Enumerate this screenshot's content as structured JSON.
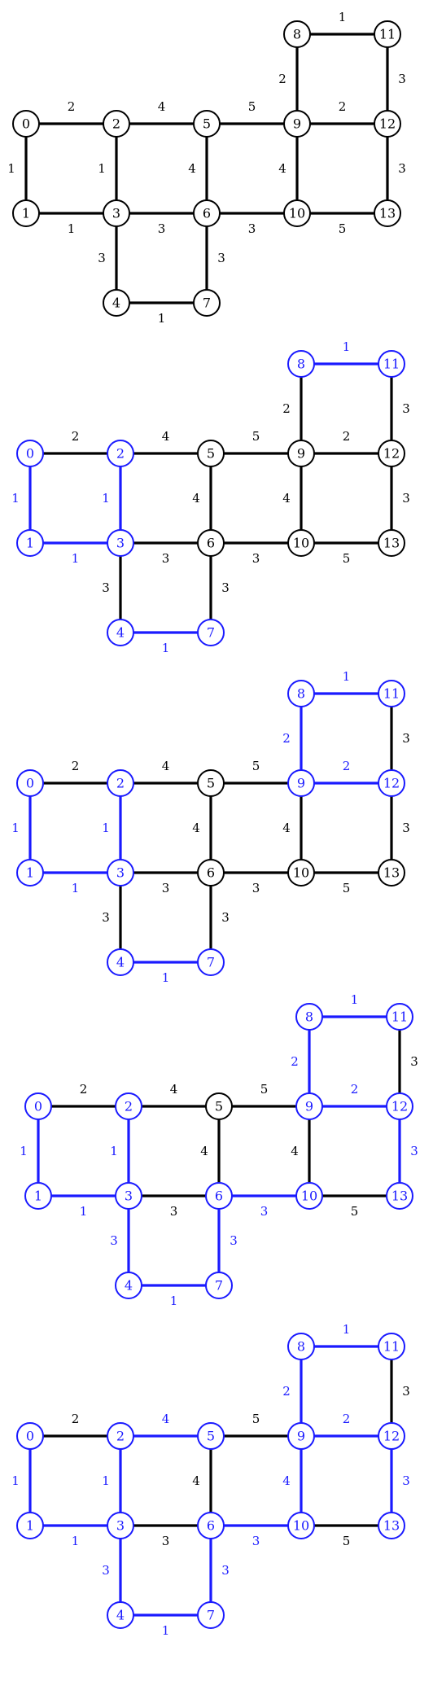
{
  "colors": {
    "default": "#000000",
    "highlight": "#1a1aff"
  },
  "nodes": [
    {
      "id": 0,
      "label": "0"
    },
    {
      "id": 1,
      "label": "1"
    },
    {
      "id": 2,
      "label": "2"
    },
    {
      "id": 3,
      "label": "3"
    },
    {
      "id": 4,
      "label": "4"
    },
    {
      "id": 5,
      "label": "5"
    },
    {
      "id": 6,
      "label": "6"
    },
    {
      "id": 7,
      "label": "7"
    },
    {
      "id": 8,
      "label": "8"
    },
    {
      "id": 9,
      "label": "9"
    },
    {
      "id": 10,
      "label": "10"
    },
    {
      "id": 11,
      "label": "11"
    },
    {
      "id": 12,
      "label": "12"
    },
    {
      "id": 13,
      "label": "13"
    }
  ],
  "edges": [
    {
      "from": 0,
      "to": 2,
      "weight": "2"
    },
    {
      "from": 0,
      "to": 1,
      "weight": "1"
    },
    {
      "from": 2,
      "to": 5,
      "weight": "4"
    },
    {
      "from": 2,
      "to": 3,
      "weight": "1"
    },
    {
      "from": 1,
      "to": 3,
      "weight": "1"
    },
    {
      "from": 5,
      "to": 9,
      "weight": "5"
    },
    {
      "from": 5,
      "to": 6,
      "weight": "4"
    },
    {
      "from": 3,
      "to": 6,
      "weight": "3"
    },
    {
      "from": 3,
      "to": 4,
      "weight": "3"
    },
    {
      "from": 4,
      "to": 7,
      "weight": "1"
    },
    {
      "from": 6,
      "to": 7,
      "weight": "3"
    },
    {
      "from": 6,
      "to": 10,
      "weight": "3"
    },
    {
      "from": 8,
      "to": 11,
      "weight": "1"
    },
    {
      "from": 8,
      "to": 9,
      "weight": "2"
    },
    {
      "from": 9,
      "to": 12,
      "weight": "2"
    },
    {
      "from": 9,
      "to": 10,
      "weight": "4"
    },
    {
      "from": 11,
      "to": 12,
      "weight": "3"
    },
    {
      "from": 12,
      "to": 13,
      "weight": "3"
    },
    {
      "from": 10,
      "to": 13,
      "weight": "5"
    }
  ],
  "panels": [
    {
      "highlighted_nodes": [],
      "highlighted_edges": []
    },
    {
      "highlighted_nodes": [
        0,
        1,
        2,
        3,
        4,
        7,
        8,
        11
      ],
      "highlighted_edges": [
        [
          0,
          1
        ],
        [
          2,
          3
        ],
        [
          1,
          3
        ],
        [
          4,
          7
        ],
        [
          8,
          11
        ]
      ]
    },
    {
      "highlighted_nodes": [
        0,
        1,
        2,
        3,
        4,
        7,
        8,
        9,
        11,
        12
      ],
      "highlighted_edges": [
        [
          0,
          1
        ],
        [
          2,
          3
        ],
        [
          1,
          3
        ],
        [
          4,
          7
        ],
        [
          8,
          11
        ],
        [
          8,
          9
        ],
        [
          9,
          12
        ]
      ]
    },
    {
      "highlighted_nodes": [
        0,
        1,
        2,
        3,
        4,
        6,
        7,
        8,
        9,
        10,
        11,
        12,
        13
      ],
      "highlighted_edges": [
        [
          0,
          1
        ],
        [
          2,
          3
        ],
        [
          1,
          3
        ],
        [
          3,
          4
        ],
        [
          4,
          7
        ],
        [
          6,
          7
        ],
        [
          6,
          10
        ],
        [
          8,
          11
        ],
        [
          8,
          9
        ],
        [
          9,
          12
        ],
        [
          12,
          13
        ]
      ]
    },
    {
      "highlighted_nodes": [
        0,
        1,
        2,
        3,
        4,
        5,
        6,
        7,
        8,
        9,
        10,
        11,
        12,
        13
      ],
      "highlighted_edges": [
        [
          0,
          1
        ],
        [
          2,
          3
        ],
        [
          1,
          3
        ],
        [
          2,
          5
        ],
        [
          3,
          4
        ],
        [
          4,
          7
        ],
        [
          6,
          7
        ],
        [
          6,
          10
        ],
        [
          8,
          11
        ],
        [
          8,
          9
        ],
        [
          9,
          12
        ],
        [
          9,
          10
        ],
        [
          12,
          13
        ]
      ]
    }
  ]
}
